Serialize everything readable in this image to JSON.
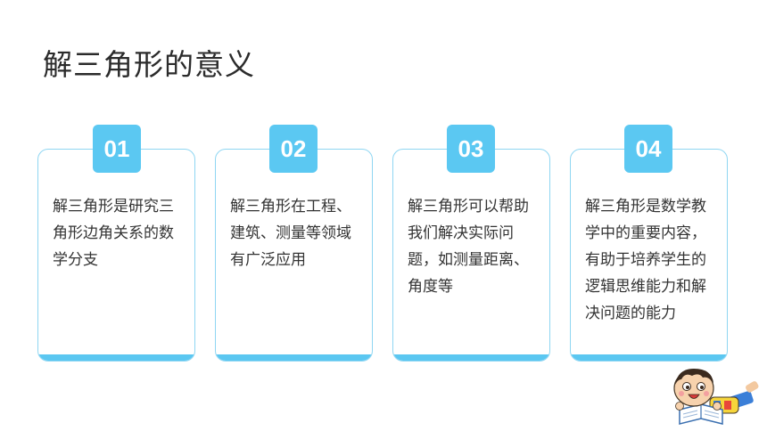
{
  "slide": {
    "title": "解三角形的意义"
  },
  "cards": [
    {
      "number": "01",
      "text": "解三角形是研究三角形边角关系的数学分支"
    },
    {
      "number": "02",
      "text": "解三角形在工程、建筑、测量等领域有广泛应用"
    },
    {
      "number": "03",
      "text": "解三角形可以帮助我们解决实际问题，如测量距离、角度等"
    },
    {
      "number": "04",
      "text": "解三角形是数学教学中的重要内容，有助于培养学生的逻辑思维能力和解决问题的能力"
    }
  ],
  "colors": {
    "accent": "#5bc8f2",
    "card_border": "#8fd6f2",
    "title": "#2b2b2b",
    "body_text": "#333333"
  },
  "icons": {
    "mascot": "reading-child-illustration"
  }
}
